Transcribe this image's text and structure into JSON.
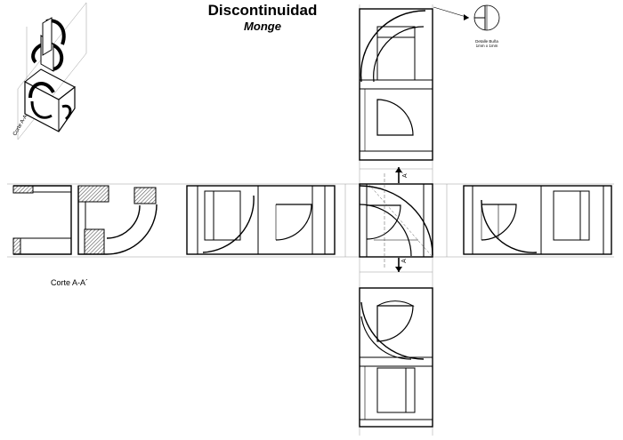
{
  "title": "Discontinuidad",
  "subtitle": "Monge",
  "section_label": "Corte A-A´",
  "iso_label": "Corte A-A",
  "detail_label": {
    "line1": "Detalle Buña",
    "line2": "1mm x 1mm"
  },
  "cut_marks": {
    "top": "A´",
    "bottom": "A"
  },
  "colors": {
    "line": "#000000",
    "construction": "#9a9a9a",
    "hatch": "#7a7a7a"
  }
}
